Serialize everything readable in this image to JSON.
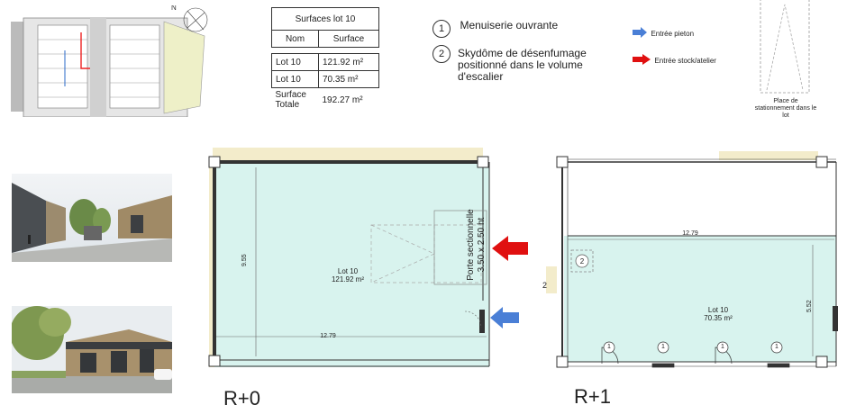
{
  "table": {
    "title": "Surfaces lot 10",
    "col_name": "Nom",
    "col_surface": "Surface",
    "rows": [
      {
        "name": "Lot 10",
        "surface": "121.92 m²"
      },
      {
        "name": "Lot 10",
        "surface": "70.35 m²"
      }
    ],
    "total_label": "Surface Totale",
    "total_value": "192.27 m²"
  },
  "legend": {
    "item1_num": "1",
    "item1_text": "Menuiserie ouvrante",
    "item2_num": "2",
    "item2_text": "Skydôme de désenfumage positionné dans le volume d'escalier",
    "pieton": "Entrée pieton",
    "stock": "Entrée stock/atelier",
    "pieton_color": "#4a7fd6",
    "stock_color": "#e01010"
  },
  "parking": {
    "text": "Place de stationnement dans le lot"
  },
  "r0": {
    "label": "R+0",
    "lot": "Lot 10",
    "area": "121.92 m²",
    "width_dim": "12.79",
    "height_dim": "9.55",
    "door": "Porte sectionnelle 3.50 x 2.50 ht"
  },
  "r1": {
    "label": "R+1",
    "lot": "Lot 10",
    "area": "70.35 m²",
    "width_dim": "12.79",
    "height_dim": "5.52",
    "skydome": "2",
    "skydome_side": "2",
    "window": "1"
  },
  "colors": {
    "room_fill": "#d8f3ee",
    "wall": "#333333",
    "beige": "#f3eccb"
  }
}
